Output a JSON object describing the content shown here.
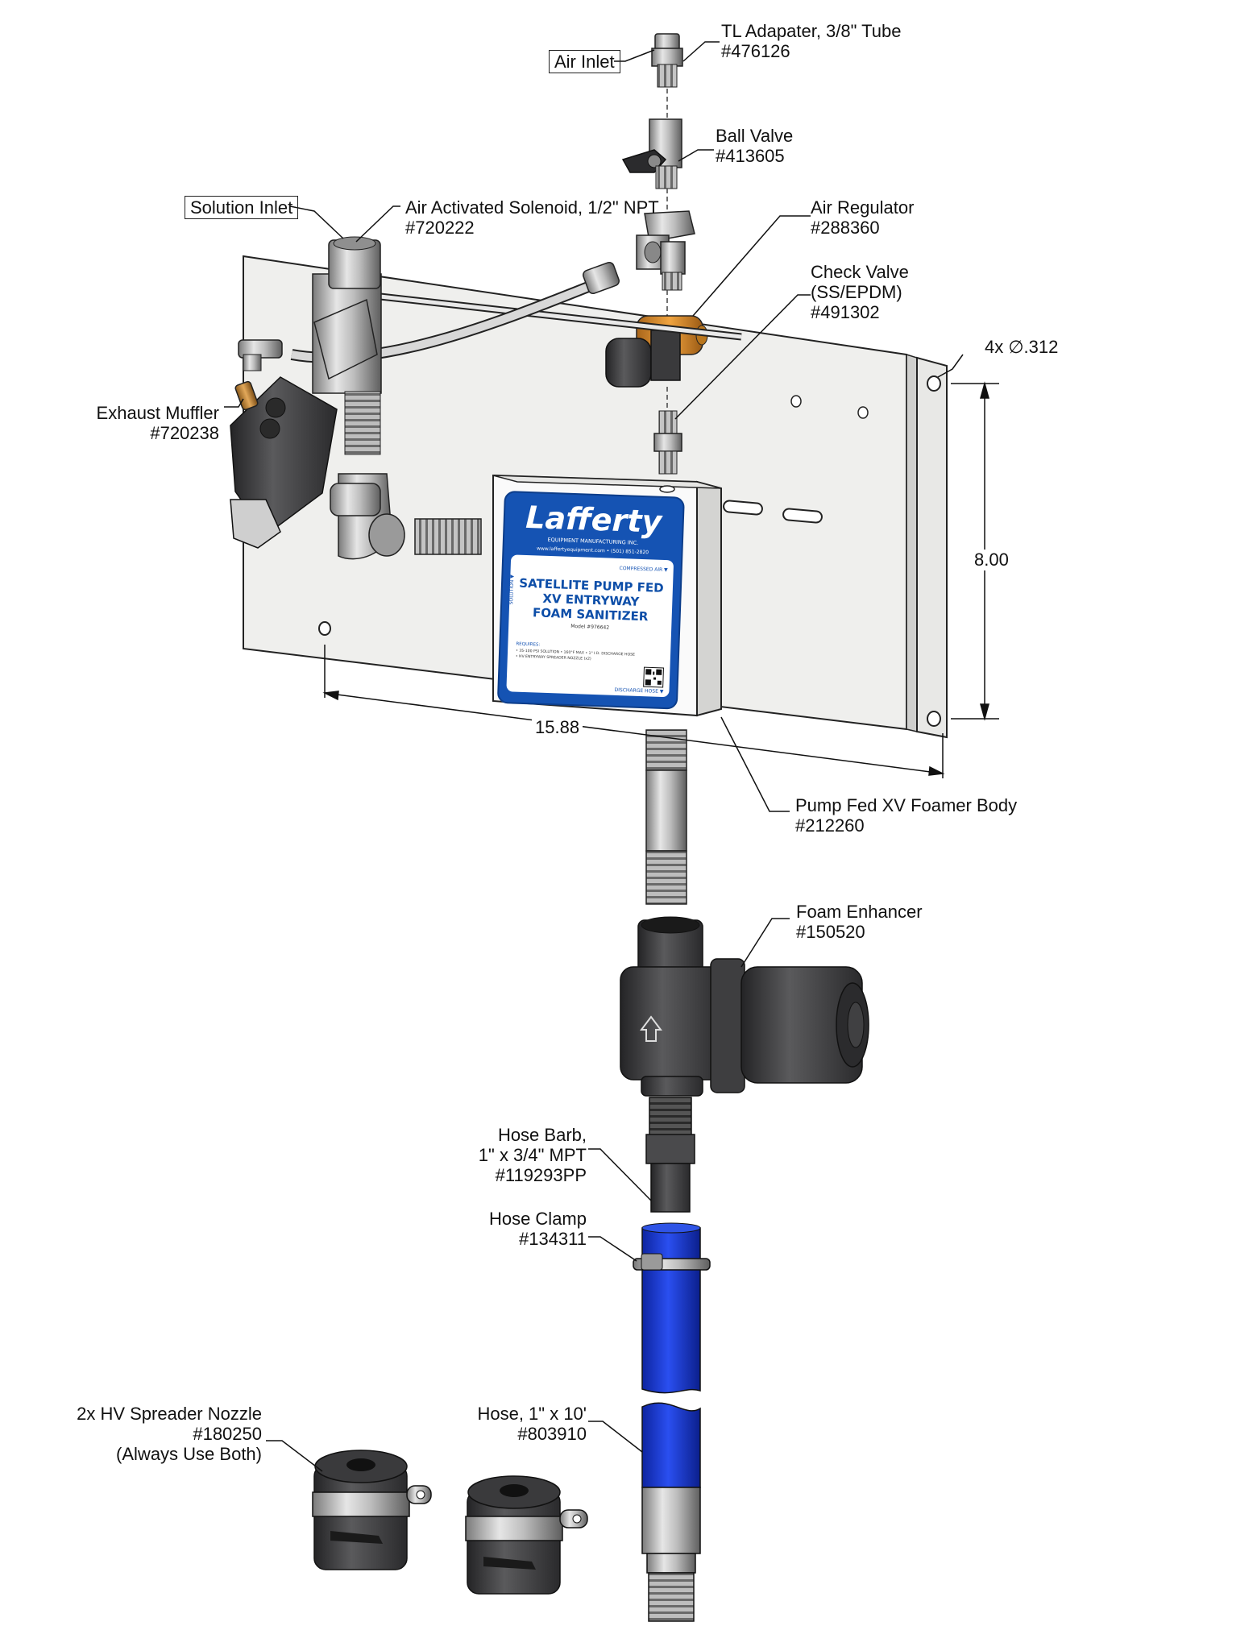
{
  "labels": {
    "air_inlet": "Air Inlet",
    "solution_inlet": "Solution Inlet",
    "tl_adapter": [
      "TL Adapater, 3/8\" Tube",
      "#476126"
    ],
    "ball_valve": [
      "Ball Valve",
      "#413605"
    ],
    "air_regulator": [
      "Air Regulator",
      "#288360"
    ],
    "check_valve": [
      "Check Valve",
      "(SS/EPDM)",
      "#491302"
    ],
    "solenoid": [
      "Air Activated Solenoid, 1/2\" NPT",
      "#720222"
    ],
    "exhaust_muffler": [
      "Exhaust Muffler",
      "#720238"
    ],
    "foamer_body": [
      "Pump Fed XV Foamer Body",
      "#212260"
    ],
    "foam_enhancer": [
      "Foam Enhancer",
      "#150520"
    ],
    "hose_barb": [
      "Hose Barb,",
      "1\" x 3/4\" MPT",
      "#119293PP"
    ],
    "hose_clamp": [
      "Hose Clamp",
      "#134311"
    ],
    "hose": [
      "Hose, 1\" x 10'",
      "#803910"
    ],
    "spreader_nozzle": [
      "2x HV Spreader Nozzle",
      "#180250",
      "(Always Use Both)"
    ]
  },
  "dimensions": {
    "holes": "4x ∅.312",
    "height": "8.00",
    "width": "15.88"
  },
  "product_label": {
    "brand": "Lafferty",
    "brand_sub": "EQUIPMENT MANUFACTURING INC.",
    "contact": "www.laffertyequipment.com • (501) 851-2820",
    "compressed_air": "COMPRESSED AIR ▼",
    "title_lines": [
      "SATELLITE PUMP FED",
      "XV ENTRYWAY",
      "FOAM SANITIZER"
    ],
    "model": "Model #976642",
    "solution": "SOLUTION ▼",
    "requires": "REQUIRES:",
    "requirement_1": "• 35-100 PSI SOLUTION • 160°F MAX • 1\" I.D. DISCHARGE HOSE",
    "requirement_2": "• HV ENTRYWAY SPREADER NOZZLE (x2)",
    "discharge": "DISCHARGE HOSE ▼"
  },
  "colors": {
    "label_blue": "#1553b3",
    "hose_blue": "#1438c8",
    "regulator_orange": "#d98a1e",
    "plate": "#f1f1ef",
    "dark_part": "#3c3c3e",
    "steel": "#bfbfbf"
  }
}
